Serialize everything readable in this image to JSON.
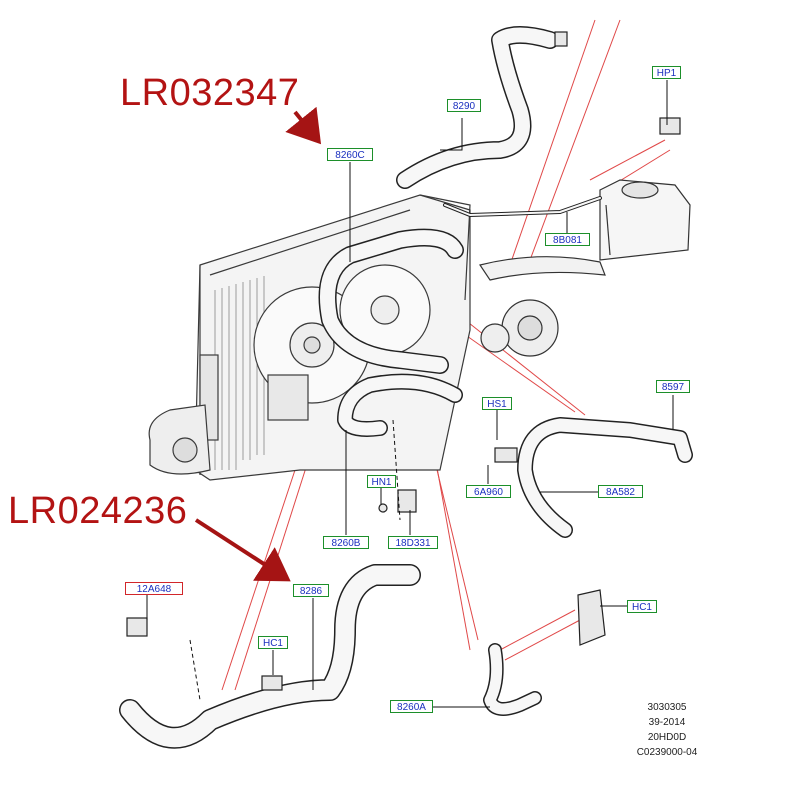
{
  "diagram": {
    "part_numbers": {
      "upper": "LR032347",
      "lower": "LR024236"
    },
    "callouts": {
      "c8290": "8290",
      "hp1": "HP1",
      "c8260c": "8260C",
      "c8b081": "8B081",
      "c8597": "8597",
      "hs1": "HS1",
      "hn1": "HN1",
      "c6a960": "6A960",
      "c8a582": "8A582",
      "c8260b": "8260B",
      "c18d331": "18D331",
      "c12a648": "12A648",
      "c8286": "8286",
      "hc1a": "HC1",
      "hc1b": "HC1",
      "c8260a": "8260A"
    },
    "reference": [
      "3030305",
      "39-2014",
      "20HD0D",
      "C0239000-04"
    ],
    "colors": {
      "callout_border": "#1c8f2a",
      "callout_text": "#1a2fbf",
      "highlight_border": "#d2262a",
      "part_number": "#b31313",
      "leader_red": "#e04848"
    }
  }
}
